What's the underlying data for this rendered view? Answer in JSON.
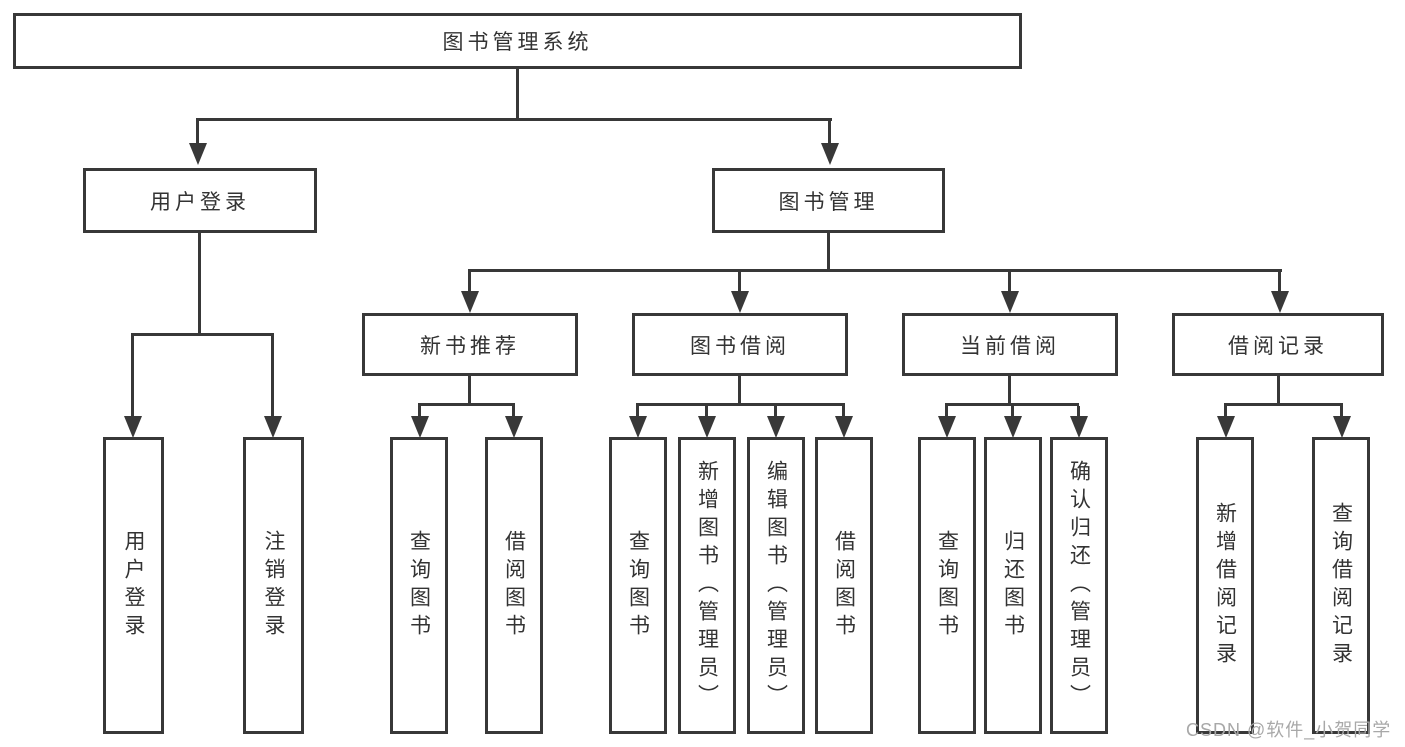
{
  "tree": {
    "label": "图书管理系统",
    "children": [
      {
        "label": "用户登录",
        "children": [
          {
            "label": "用户登录"
          },
          {
            "label": "注销登录"
          }
        ]
      },
      {
        "label": "图书管理",
        "children": [
          {
            "label": "新书推荐",
            "children": [
              {
                "label": "查询图书"
              },
              {
                "label": "借阅图书"
              }
            ]
          },
          {
            "label": "图书借阅",
            "children": [
              {
                "label": "查询图书"
              },
              {
                "label": "新增图书（管理员）"
              },
              {
                "label": "编辑图书（管理员）"
              },
              {
                "label": "借阅图书"
              }
            ]
          },
          {
            "label": "当前借阅",
            "children": [
              {
                "label": "查询图书"
              },
              {
                "label": "归还图书"
              },
              {
                "label": "确认归还（管理员）"
              }
            ]
          },
          {
            "label": "借阅记录",
            "children": [
              {
                "label": "新增借阅记录"
              },
              {
                "label": "查询借阅记录"
              }
            ]
          }
        ]
      }
    ]
  },
  "watermark": "CSDN @软件_小贺同学",
  "colors": {
    "line": "#383838",
    "box_border": "#383838",
    "text": "#333333",
    "watermark": "#a8a8a8",
    "background": "#ffffff"
  }
}
